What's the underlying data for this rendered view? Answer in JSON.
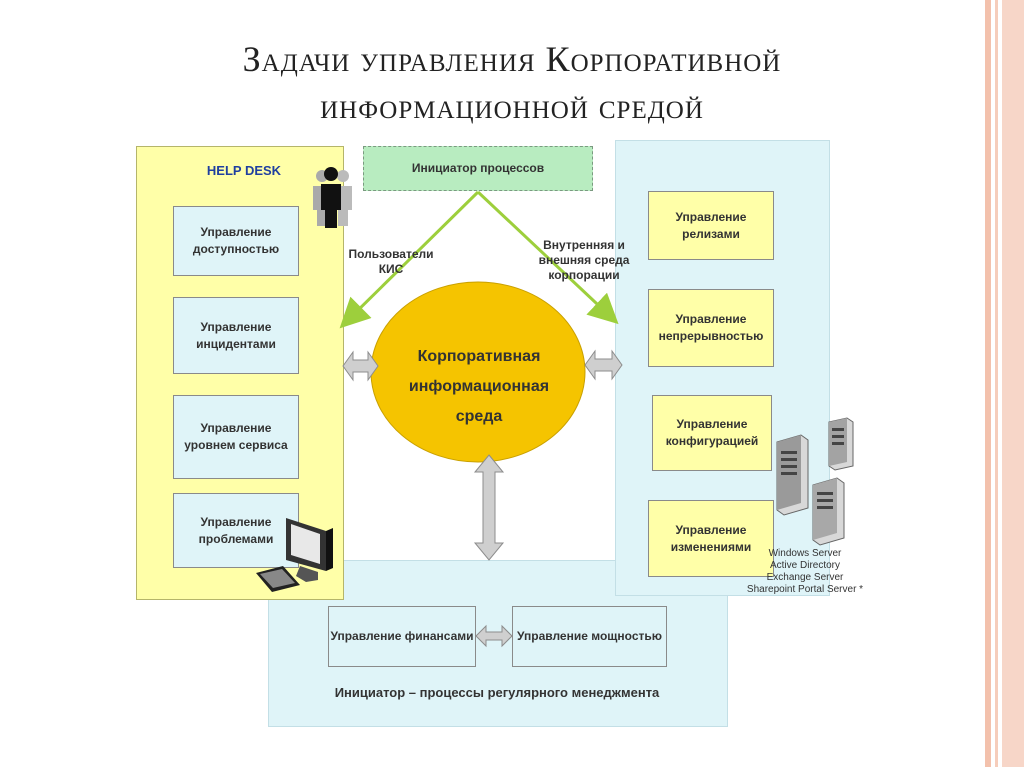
{
  "slide": {
    "title_line1": "Задачи управления Корпоративной",
    "title_line2": "информационной средой"
  },
  "diagram": {
    "help_desk": "HELP DESK",
    "initiator_top": "Инициатор процессов",
    "users_label": "Пользователи КИС",
    "environment_label": "Внутренняя и внешняя среда корпорации",
    "center": "Корпоративная информационная среда",
    "left_boxes": [
      "Управление доступностью",
      "Управление инцидентами",
      "Управление уровнем сервиса",
      "Управление проблемами"
    ],
    "right_boxes": [
      "Управление релизами",
      "Управление непрерывностью",
      "Управление конфигурацией",
      "Управление изменениями"
    ],
    "bottom_boxes": [
      "Управление финансами",
      "Управление мощностью"
    ],
    "bottom_initiator": "Инициатор – процессы регулярного менеджмента",
    "servers": [
      "Windows Server",
      "Active Directory",
      "Exchange Server",
      "Sharepoint Portal Server *"
    ]
  },
  "colors": {
    "yellow_panel": "#ffffa8",
    "blue_panel": "#dff4f8",
    "green_header": "#b8ecc0",
    "ellipse": "#f5c400",
    "arrow_green": "#9dcf3c",
    "stripe": "#f3c1ac"
  }
}
